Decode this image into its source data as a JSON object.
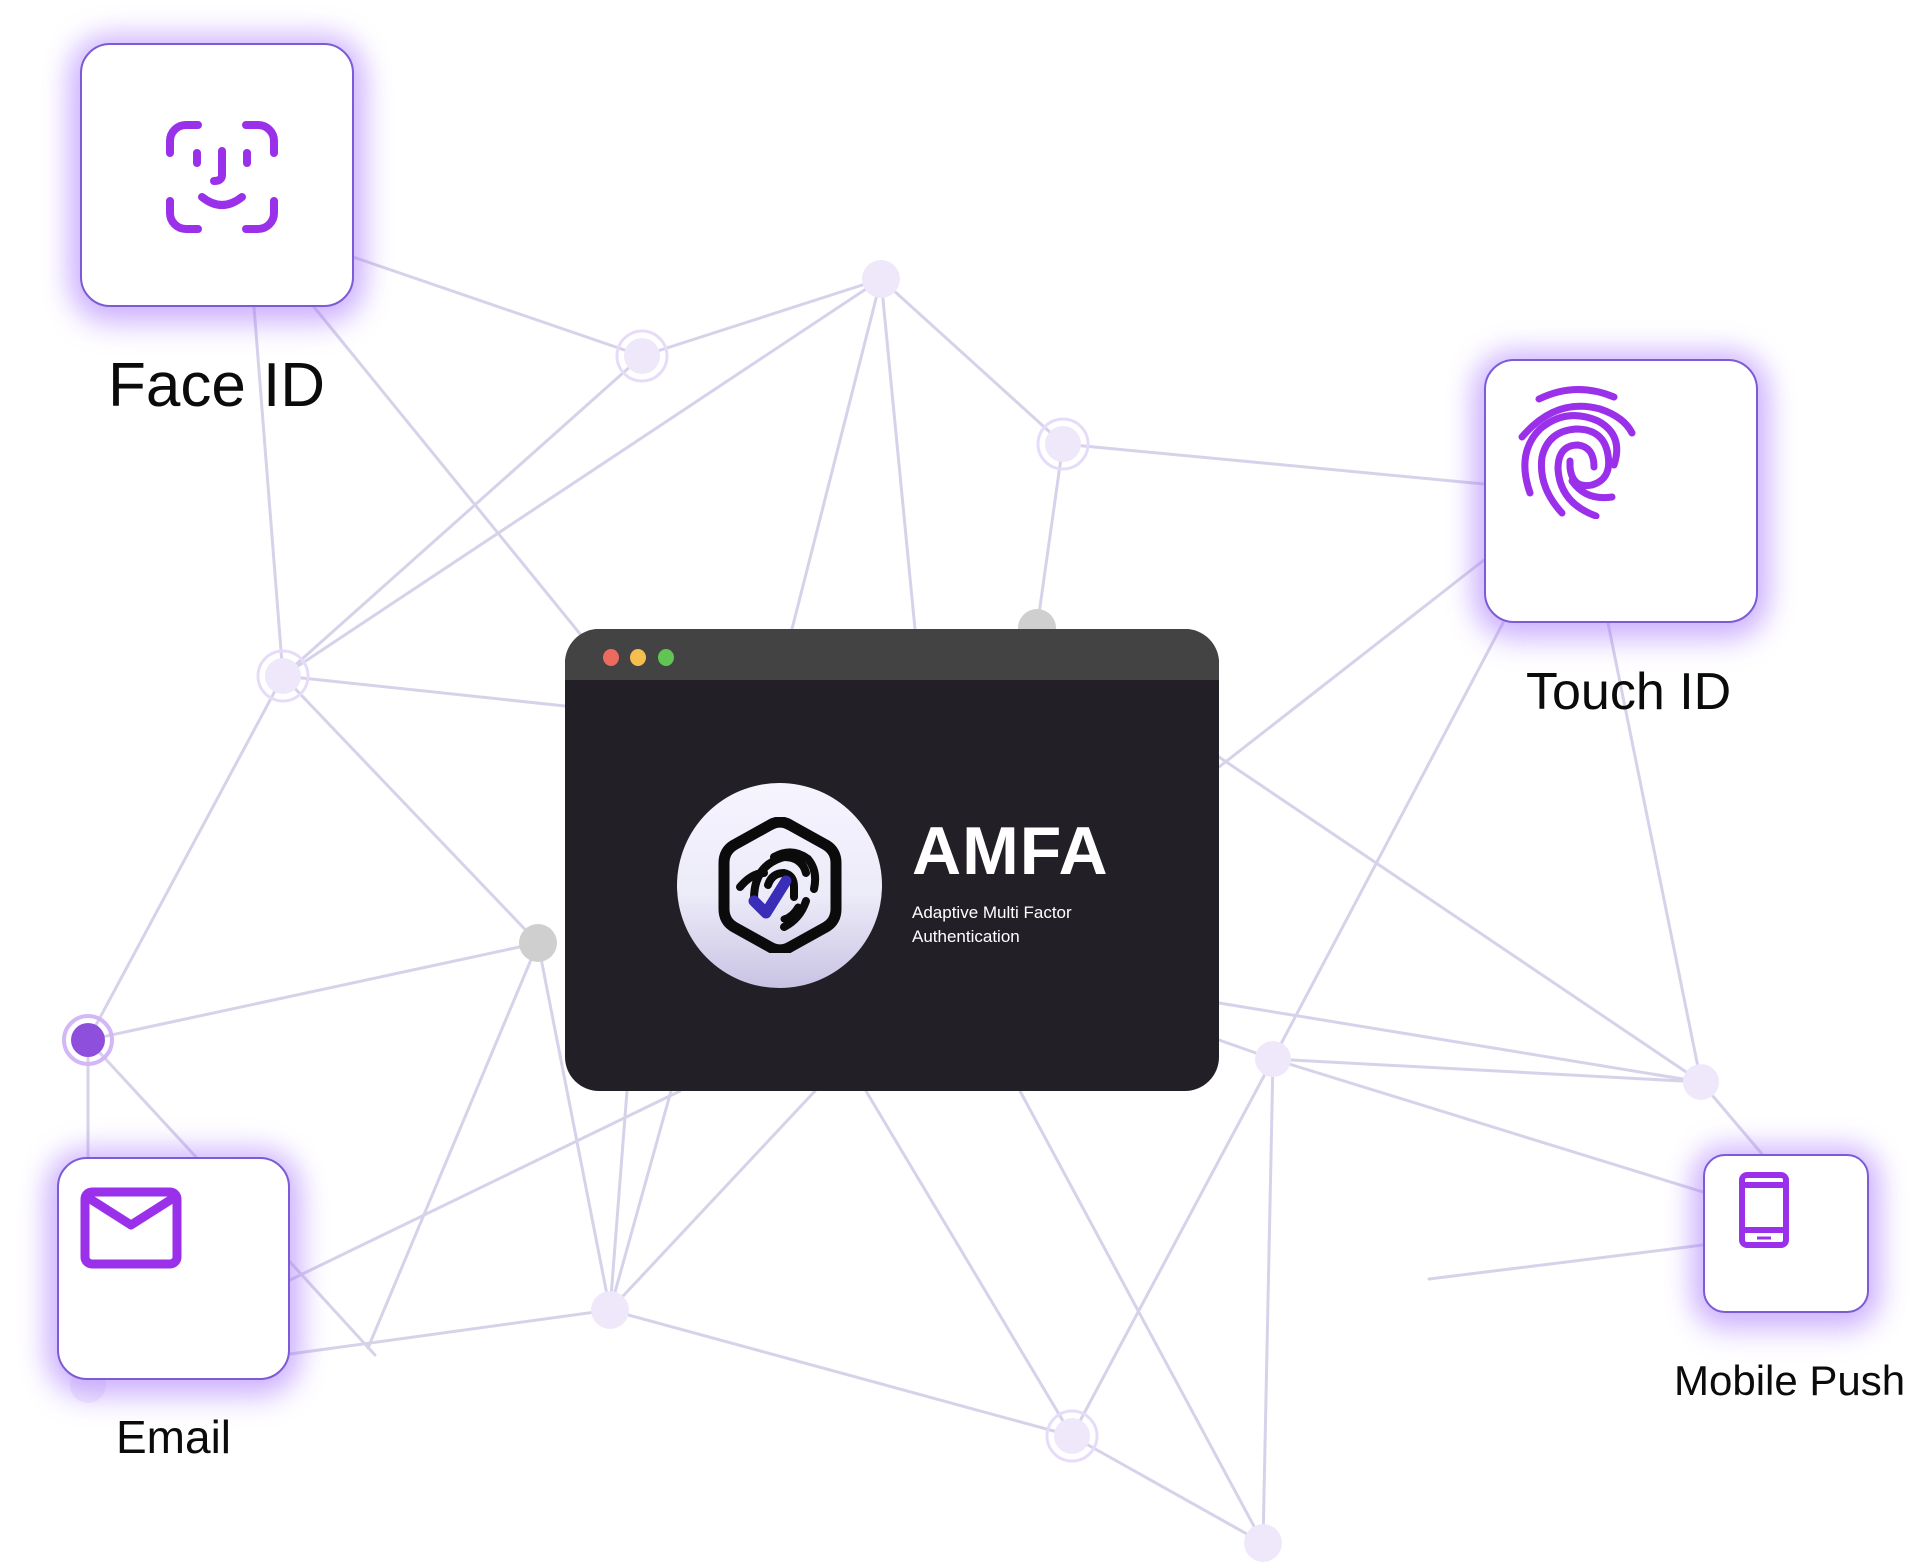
{
  "colors": {
    "accent": "#9B30EA",
    "card_border": "#7B5BD6",
    "edge": "#D6D2EA",
    "node_fill": "#EFE8FB",
    "node_ring": "#E4DAF8",
    "node_gray": "#CFCFCF",
    "node_active": "#8E4FDC",
    "window_body": "#222026",
    "window_titlebar": "#434343",
    "traffic_red": "#EC6A5E",
    "traffic_yellow": "#F4BF4F",
    "traffic_green": "#61C554"
  },
  "app_window": {
    "brand": "AMFA",
    "subtitle_line1": "Adaptive Multi Factor",
    "subtitle_line2": "Authentication",
    "logo_icon": "shield-fingerprint-check-icon"
  },
  "methods": [
    {
      "id": "face-id",
      "label": "Face ID",
      "icon": "face-id-icon"
    },
    {
      "id": "touch-id",
      "label": "Touch ID",
      "icon": "fingerprint-icon"
    },
    {
      "id": "email",
      "label": "Email",
      "icon": "envelope-icon"
    },
    {
      "id": "mobile-push",
      "label": "Mobile Push",
      "icon": "smartphone-icon"
    }
  ]
}
